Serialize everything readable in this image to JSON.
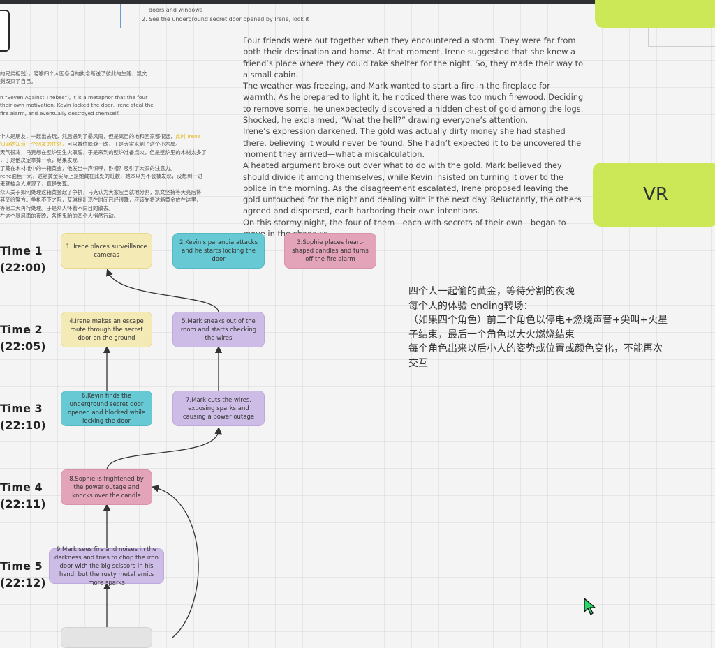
{
  "top_list": {
    "item1_tail": "doors and windows",
    "item2": "2. See the underground secret door opened by Irene, lock it"
  },
  "story": [
    "Four friends were out together when they encountered a storm. They were far from both their destination and home. At that moment, Irene suggested that she knew a friend’s place where they could take shelter for the night. So, they made their way to a small cabin.",
    "The weather was freezing, and Mark wanted to start a fire in the fireplace for warmth. As he prepared to light it, he noticed there was too much firewood. Deciding to remove some, he unexpectedly discovered a hidden chest of gold among the logs. Shocked, he exclaimed, “What the hell?” drawing everyone’s attention.",
    "Irene’s expression darkened. The gold was actually dirty money she had stashed there, believing it would never be found. She hadn’t expected it to be uncovered the moment they arrived—what a miscalculation.",
    "A heated argument broke out over what to do with the gold. Mark believed they should divide it among themselves, while Kevin insisted on turning it over to the police in the morning. As the disagreement escalated, Irene proposed leaving the gold untouched for the night and dealing with it the next day. Reluctantly, the others agreed and dispersed, each harboring their own intentions.",
    "On this stormy night, the four of them—each with secrets of their own—began to move in the shadows."
  ],
  "cn_notes": {
    "p1": [
      "的兄弟相残），隐喻四个人因各自的执念断送了彼此的生路，凯文",
      "剩毁灭了自己。"
    ],
    "p2": [
      "n \"Seven Against Thebes\"), it is a metaphor that the four",
      "their own motivation. Kevin locked the door, Irene steal the",
      "fire alarm, and eventually destroyed themself."
    ],
    "p3_line1_a": "个人是朋友，一起出去玩，然后遇到了暴风雨，但是离目的地和回家都很远，",
    "p3_line1_b": "此时 Irene",
    "p3_line2_hl": "知道她知道一个朋友的住处，",
    "p3_line2_b": "可以暂住躲避一晚，于是大家来到了这个小木屋。",
    "p3_rest": [
      "天气很冷，马克想在壁炉里生火取暖，于是来到的壁炉准备点火，但是壁炉里的木材太多了",
      "，于是他决定拿掉一点，结果发现",
      "了藏在木材堆中的一箱黄金，他发出一声惊呼，卧槽？吸引了大家的注意力。",
      "rene面色一沉，这箱黄金实际上是她藏在此处的赃款，她本以为不会被发现，没想到一进",
      "来就被众人发现了，真是失算。",
      "众人关于如何处理这箱黄金起了争执，马克认为大家应当就地分割，凯文坚持等天亮后将",
      "其交给警方。争执不下之际，艾琳提出现在时间已经很晚，应该先将这箱黄金放在这里，",
      "等第二天再行处理。于是众人怀着不同目的散去。",
      "在这个暴风雨的夜晚，各怀鬼胎的四个人悄然行动。"
    ]
  },
  "vr_label": "VR",
  "times": [
    {
      "label": "Time 1",
      "clock": "(22:00)"
    },
    {
      "label": "Time 2",
      "clock": "(22:05)"
    },
    {
      "label": "Time 3",
      "clock": "(22:10)"
    },
    {
      "label": "Time 4",
      "clock": "(22:11)"
    },
    {
      "label": "Time 5",
      "clock": "(22:12)"
    }
  ],
  "cards": {
    "c1": "1. Irene places surveillance cameras",
    "c2": "2.Kevin's paranoia attacks and he starts locking the door",
    "c3": "3.Sophie places heart-shaped candles and turns off the fire alarm",
    "c4": "4.Irene makes an escape route through the secret door on the ground",
    "c5": "5.Mark sneaks out of the room and starts checking the wires",
    "c6": "6.Kevin finds the underground secret door opened and blocked while locking the door",
    "c7": "7.Mark cuts the wires, exposing sparks and causing a power outage",
    "c8": "8.Sophie is frightened by the power outage and knocks over the candle",
    "c9": "9.Mark sees fire and noises in the darkness and tries to chop the iron door with the big scissors in his hand, but the rusty metal emits more sparks"
  },
  "cn_block": [
    "四个人一起偷的黄金，等待分割的夜晚",
    "每个人的体验 ending转场：",
    "（如果四个角色）前三个角色以停电+燃烧声音+尖叫+火星",
    "子结束，最后一个角色以大火燃烧结束",
    "每个角色出来以后小人的姿势或位置或颜色变化，不能再次",
    "交互"
  ],
  "colors": {
    "sticky_green": "#cde856",
    "card_yellow": "#f4eab6",
    "card_teal": "#67c9d3",
    "card_pink": "#e3a4ba",
    "card_purple": "#cdbde6",
    "cursor_green": "#2bd66b"
  }
}
